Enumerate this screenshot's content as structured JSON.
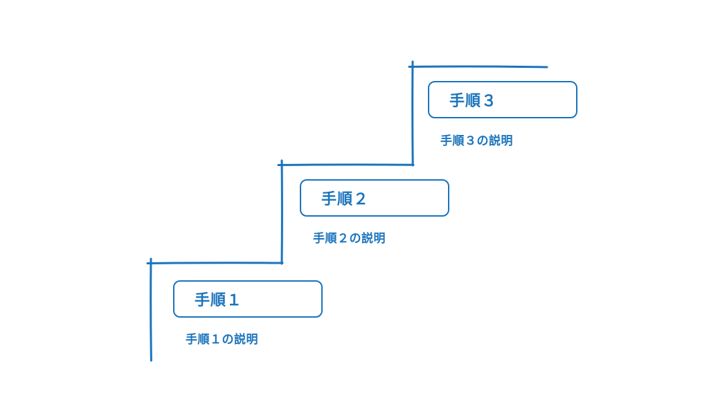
{
  "theme": {
    "background_color": "#ffffff",
    "accent_color": "#1b74bc"
  },
  "diagram": {
    "type": "staircase-steps",
    "step_count": 3,
    "steps": [
      {
        "title": "手順１",
        "description": "手順１の説明"
      },
      {
        "title": "手順２",
        "description": "手順２の説明"
      },
      {
        "title": "手順３",
        "description": "手順３の説明"
      }
    ]
  }
}
